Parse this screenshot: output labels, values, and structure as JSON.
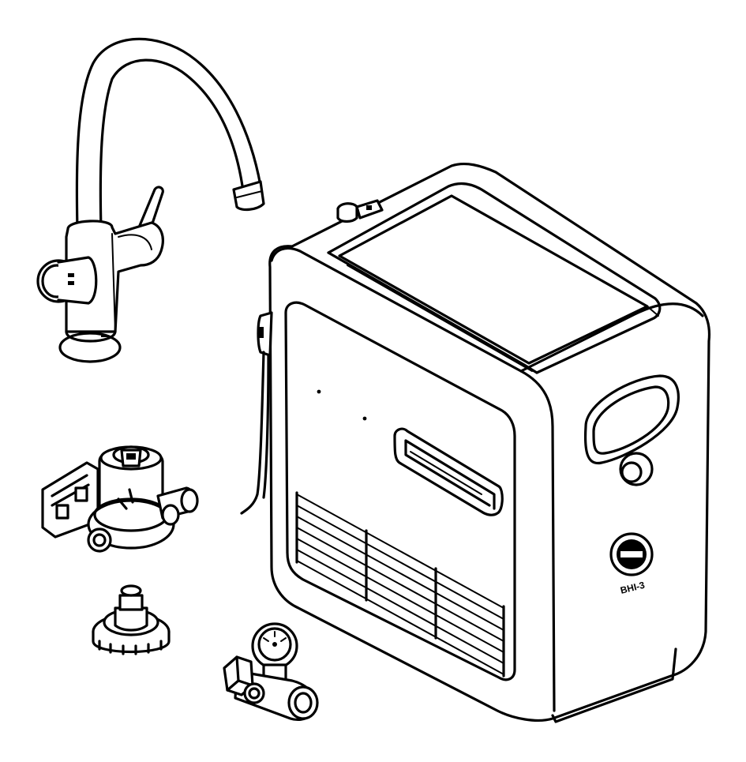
{
  "figure": {
    "components": [
      {
        "id": "faucet",
        "icon": "faucet-icon"
      },
      {
        "id": "chiller-unit",
        "icon": "appliance-box-icon"
      },
      {
        "id": "filter-head",
        "icon": "filter-head-icon"
      },
      {
        "id": "filter-adapter",
        "icon": "adapter-cap-icon"
      },
      {
        "id": "pressure-valve",
        "icon": "valve-with-gauge-icon"
      }
    ],
    "unit_badge": {
      "logo_text": "",
      "caption": "BHI-3"
    }
  }
}
